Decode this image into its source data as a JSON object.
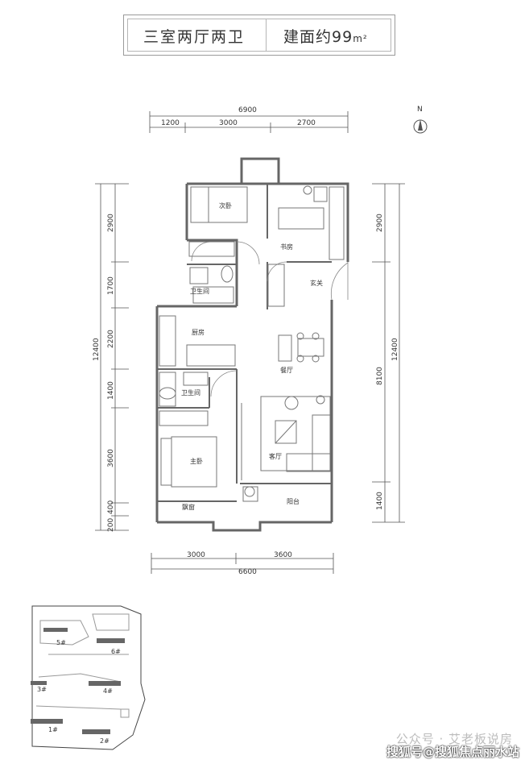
{
  "header": {
    "layout_label": "三室两厅两卫",
    "area_label": "建面约99",
    "area_unit": "m²"
  },
  "compass": {
    "north_label": "N"
  },
  "dimensions": {
    "top_total": "6900",
    "top_segments": [
      "1200",
      "3000",
      "2700"
    ],
    "bottom_total": "6600",
    "bottom_segments": [
      "3000",
      "3600"
    ],
    "left_total": "12400",
    "left_segments": [
      "2900",
      "1700",
      "2200",
      "1400",
      "3600",
      "400",
      "200"
    ],
    "right_total": "12400",
    "right_segments": [
      "2900",
      "8100",
      "1400"
    ]
  },
  "rooms": {
    "secondary_bedroom": "次卧",
    "study": "书房",
    "bathroom_upper": "卫生间",
    "entrance": "玄关",
    "kitchen": "厨房",
    "dining": "餐厅",
    "bathroom_lower": "卫生间",
    "master_bedroom": "主卧",
    "living": "客厅",
    "bay_window": "飘窗",
    "balcony": "阳台"
  },
  "site_plan": {
    "buildings": [
      "5#",
      "6#",
      "3#",
      "4#",
      "1#",
      "2#"
    ]
  },
  "watermark": {
    "line1": "公众号 · 艾老板说房",
    "line2": "搜狐号@搜狐焦点丽水站"
  }
}
